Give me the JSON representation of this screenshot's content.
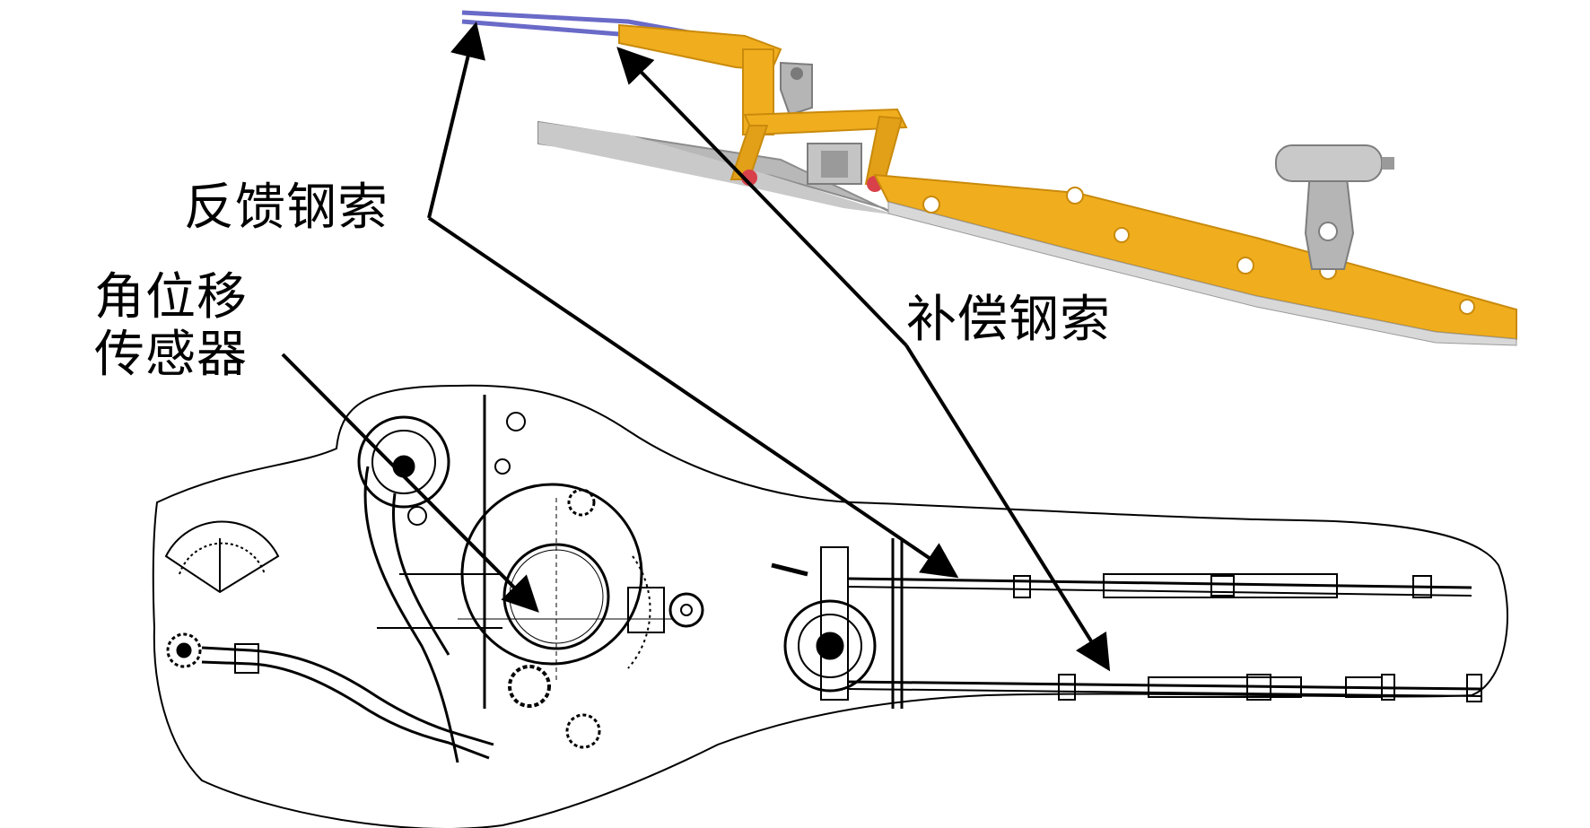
{
  "labels": {
    "feedback_cable": "反馈钢索",
    "angular_sensor_line1": "角位移",
    "angular_sensor_line2": "传感器",
    "compensation_cable": "补偿钢索"
  },
  "colors": {
    "lever_yellow": "#f0ae1e",
    "lever_dark": "#c98a0c",
    "cable_blue": "#6a6ac8",
    "hardware_gray": "#b5b5b5",
    "sketch_line": "#000000",
    "bolt_red": "#d8404a"
  }
}
